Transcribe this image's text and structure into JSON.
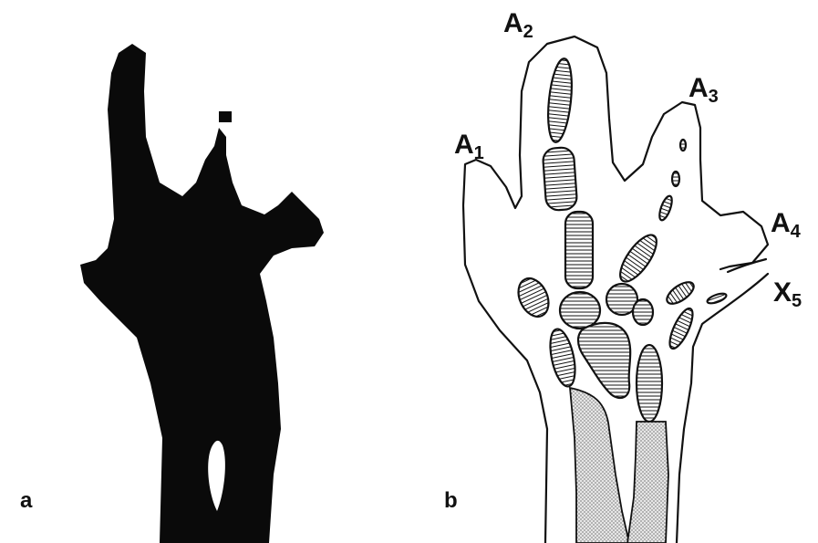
{
  "panel_a": {
    "letter": "a"
  },
  "panel_b": {
    "letter": "b",
    "digits": [
      {
        "id": "A1",
        "main": "A",
        "sub": "1"
      },
      {
        "id": "A2",
        "main": "A",
        "sub": "2"
      },
      {
        "id": "A3",
        "main": "A",
        "sub": "3"
      },
      {
        "id": "A4",
        "main": "A",
        "sub": "4"
      },
      {
        "id": "X5",
        "main": "X",
        "sub": "5"
      }
    ]
  },
  "colors": {
    "ink": "#111111",
    "silhouette": "#0a0a0a",
    "background": "#ffffff"
  }
}
